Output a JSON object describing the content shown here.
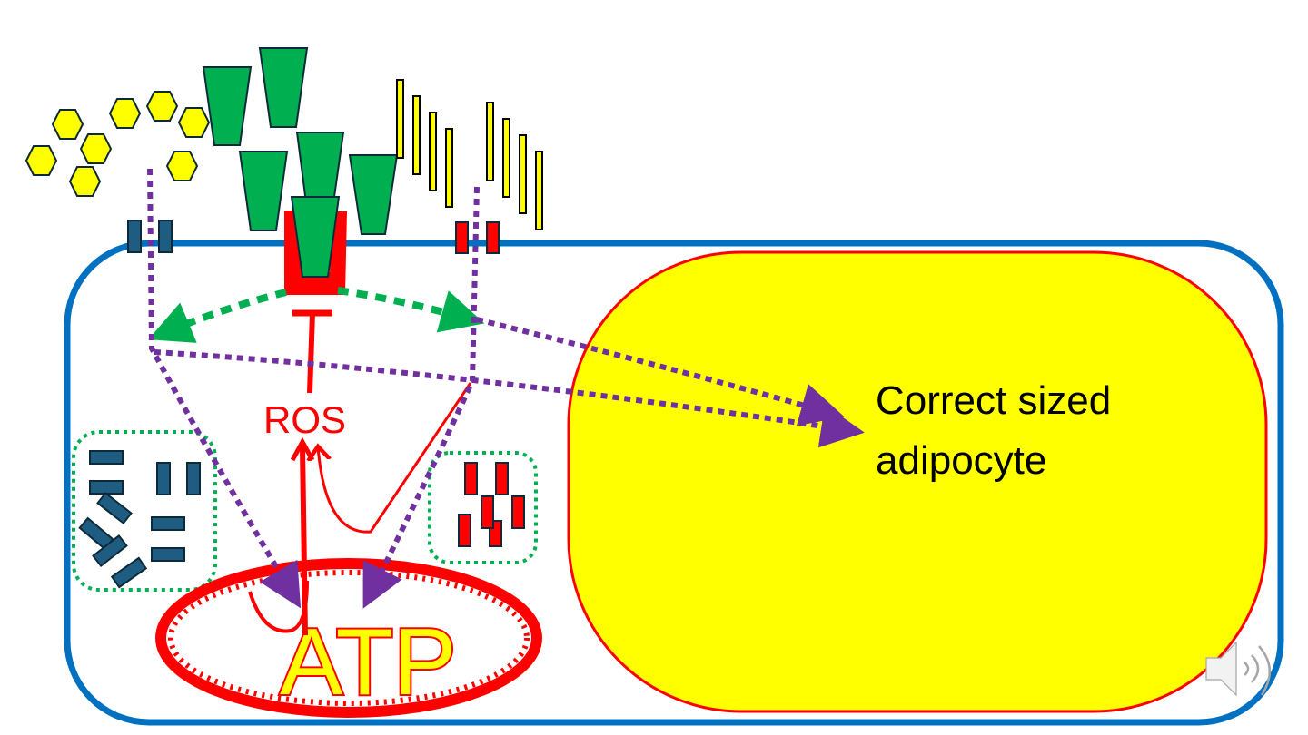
{
  "diagram": {
    "title": "Adipocyte signalling diagram",
    "cell_label_line1": "Correct sized",
    "cell_label_line2": "adipocyte",
    "ros_label": "ROS",
    "atp_label": "ATP",
    "audio_icon": "speaker-icon"
  },
  "colors": {
    "membrane": "#0070c0",
    "lipid_fill": "#ffff00",
    "lipid_stroke": "#ff0000",
    "ligand_green": "#00b050",
    "ligand_yellow": "#ffff00",
    "receptor_red": "#ff0000",
    "channel_blue": "#1f5c82",
    "pathway_purple": "#7030a0",
    "pathway_green": "#00b050",
    "ros_red": "#ff0000",
    "outline_dark": "#0d2a3a"
  },
  "legend": {
    "hexagon_ligands": "hexagon-icon",
    "trapezoid_ligands": "trapezoid-icon",
    "bar_ligands": "bar-icon"
  }
}
